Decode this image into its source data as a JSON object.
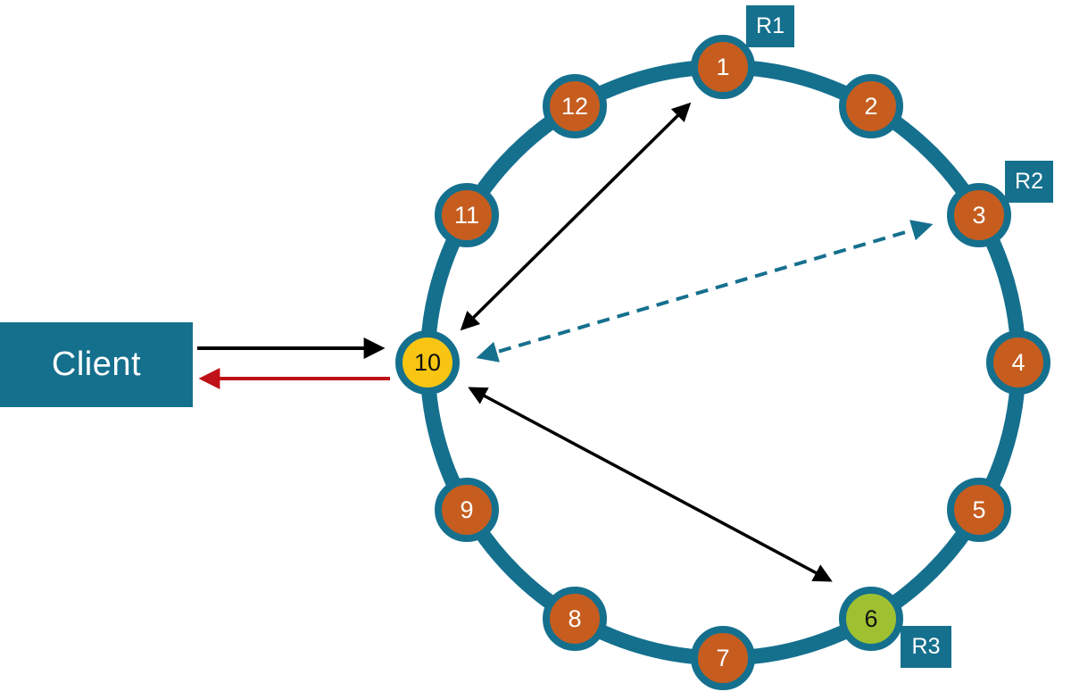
{
  "diagram": {
    "type": "consistent-hash-ring",
    "client": {
      "label": "Client"
    },
    "ring": {
      "nodes": [
        {
          "label": "1",
          "fill": "orange"
        },
        {
          "label": "2",
          "fill": "orange"
        },
        {
          "label": "3",
          "fill": "orange"
        },
        {
          "label": "4",
          "fill": "orange"
        },
        {
          "label": "5",
          "fill": "orange"
        },
        {
          "label": "6",
          "fill": "green"
        },
        {
          "label": "7",
          "fill": "orange"
        },
        {
          "label": "8",
          "fill": "orange"
        },
        {
          "label": "9",
          "fill": "orange"
        },
        {
          "label": "10",
          "fill": "yellow"
        },
        {
          "label": "11",
          "fill": "orange"
        },
        {
          "label": "12",
          "fill": "orange"
        }
      ]
    },
    "badges": [
      {
        "label": "R1",
        "next_to_node": "1"
      },
      {
        "label": "R2",
        "next_to_node": "3"
      },
      {
        "label": "R3",
        "next_to_node": "6"
      }
    ],
    "connections": [
      {
        "from": "Client",
        "to": "10",
        "style": "solid",
        "color": "#000000",
        "arrowheads": "to"
      },
      {
        "from": "10",
        "to": "Client",
        "style": "solid",
        "color": "#c01118",
        "arrowheads": "to"
      },
      {
        "from": "10",
        "to": "1",
        "style": "solid",
        "color": "#000000",
        "arrowheads": "both"
      },
      {
        "from": "10",
        "to": "3",
        "style": "dashed",
        "color": "#15708e",
        "arrowheads": "both"
      },
      {
        "from": "10",
        "to": "6",
        "style": "solid",
        "color": "#000000",
        "arrowheads": "both"
      }
    ],
    "colors": {
      "ring_teal": "#15708e",
      "node_orange": "#c65d1f",
      "coordinator_yellow": "#f7c512",
      "replica_green": "#9fc131",
      "response_red": "#c01118",
      "request_black": "#000000",
      "text_on_dark": "#ffffff"
    }
  }
}
